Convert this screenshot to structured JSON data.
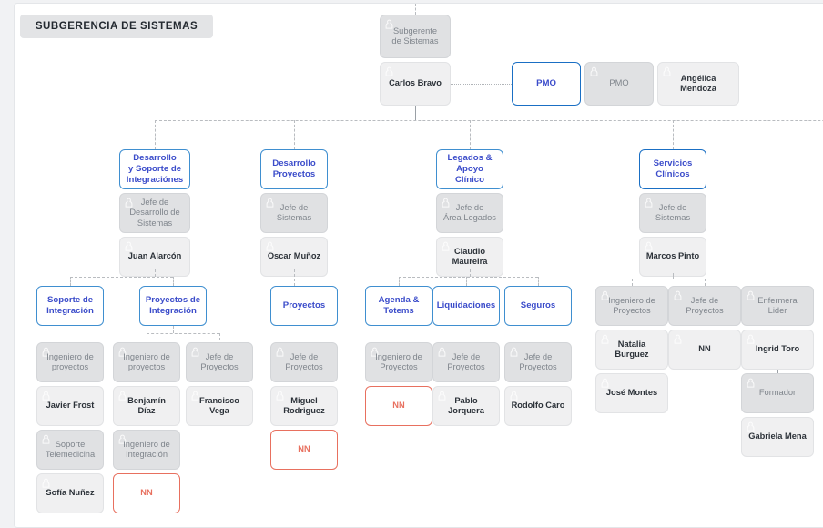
{
  "header": {
    "title": "SUBGERENCIA DE SISTEMAS"
  },
  "colors": {
    "dept_border": "#1a6fc4",
    "dept_text": "#3b4cca",
    "vacancy": "#e8705f",
    "role_bg": "#e0e1e3",
    "role_text": "#7f858c",
    "person_bg": "#f0f0f1",
    "person_text": "#2c3239",
    "connector": "#b9bcc0",
    "canvas_bg": "#ffffff",
    "page_bg": "#f1f2f4"
  },
  "icons": {
    "person": "person-outline-icon"
  },
  "top": {
    "root_role": "Subgerente\nde Sistemas",
    "root_role_l1": "Subgerente",
    "root_role_l2": "de Sistemas",
    "root_person": "Carlos Bravo",
    "pmo_dept": "PMO",
    "pmo_role": "PMO",
    "pmo_person": "Angélica Mendoza"
  },
  "columns": [
    {
      "id": "desarrollo-soporte-integraciones",
      "dept": {
        "lines": [
          "Desarrollo",
          "y Soporte de",
          "Integraciónes"
        ]
      },
      "role": {
        "lines": [
          "Jefe de",
          "Desarrollo de",
          "Sistemas"
        ]
      },
      "person": "Juan Alarcón",
      "subunits": [
        {
          "id": "soporte-de-integracion",
          "dept": {
            "lines": [
              "Soporte de",
              "Integración"
            ]
          },
          "stacks": [
            [
              {
                "type": "role",
                "lines": [
                  "Ingeniero de",
                  "proyectos"
                ]
              },
              {
                "type": "person",
                "lines": [
                  "Javier Frost"
                ]
              },
              {
                "type": "role",
                "lines": [
                  "Soporte",
                  "Telemedicina"
                ]
              },
              {
                "type": "person",
                "lines": [
                  "Sofía Nuñez"
                ]
              }
            ]
          ]
        },
        {
          "id": "proyectos-de-integracion",
          "dept": {
            "lines": [
              "Proyectos de",
              "Integración"
            ]
          },
          "stacks": [
            [
              {
                "type": "role",
                "lines": [
                  "Ingeniero de",
                  "proyectos"
                ]
              },
              {
                "type": "person",
                "lines": [
                  "Benjamín Díaz"
                ]
              },
              {
                "type": "role",
                "lines": [
                  "Ingeniero de",
                  "Integración"
                ]
              },
              {
                "type": "vacancy",
                "lines": [
                  "NN"
                ]
              }
            ],
            [
              {
                "type": "role",
                "lines": [
                  "Jefe de Proyectos"
                ]
              },
              {
                "type": "person",
                "lines": [
                  "Francisco Vega"
                ]
              }
            ]
          ]
        }
      ]
    },
    {
      "id": "desarrollo-proyectos",
      "dept": {
        "lines": [
          "Desarrollo",
          "Proyectos"
        ]
      },
      "role": {
        "lines": [
          "Jefe de Sistemas"
        ]
      },
      "person": "Oscar Muñoz",
      "subunits": [
        {
          "id": "proyectos",
          "dept": {
            "lines": [
              "Proyectos"
            ]
          },
          "stacks": [
            [
              {
                "type": "role",
                "lines": [
                  "Jefe de Proyectos"
                ]
              },
              {
                "type": "person",
                "lines": [
                  "Miguel Rodriguez"
                ]
              },
              {
                "type": "vacancy",
                "lines": [
                  "NN"
                ]
              }
            ]
          ]
        }
      ]
    },
    {
      "id": "legados-apoyo-clinico",
      "dept": {
        "lines": [
          "Legados &",
          "Apoyo Clínico"
        ]
      },
      "role": {
        "lines": [
          "Jefe de",
          "Área Legados"
        ]
      },
      "person": "Claudio Maureira",
      "subunits": [
        {
          "id": "agenda-totems",
          "dept": {
            "lines": [
              "Agenda &",
              "Totems"
            ]
          },
          "stacks": [
            [
              {
                "type": "role",
                "lines": [
                  "Ingeniero de",
                  "Proyectos"
                ]
              },
              {
                "type": "vacancy",
                "lines": [
                  "NN"
                ]
              }
            ]
          ]
        },
        {
          "id": "liquidaciones",
          "dept": {
            "lines": [
              "Liquidaciones"
            ]
          },
          "stacks": [
            [
              {
                "type": "role",
                "lines": [
                  "Jefe de Proyectos"
                ]
              },
              {
                "type": "person",
                "lines": [
                  "Pablo Jorquera"
                ]
              }
            ]
          ]
        },
        {
          "id": "seguros",
          "dept": {
            "lines": [
              "Seguros"
            ]
          },
          "stacks": [
            [
              {
                "type": "role",
                "lines": [
                  "Jefe de",
                  "Proyectos"
                ]
              },
              {
                "type": "person",
                "lines": [
                  "Rodolfo Caro"
                ]
              }
            ]
          ]
        }
      ]
    },
    {
      "id": "servicios-clinicos",
      "dept": {
        "lines": [
          "Servicios",
          "Clínicos"
        ]
      },
      "role": {
        "lines": [
          "Jefe de Sistemas"
        ]
      },
      "person": "Marcos Pinto",
      "subunits": [],
      "stacks": [
        [
          {
            "type": "role",
            "lines": [
              "Ingeniero de",
              "Proyectos"
            ]
          },
          {
            "type": "person",
            "lines": [
              "Natalia",
              "Burguez"
            ]
          },
          {
            "type": "person",
            "lines": [
              "José Montes"
            ]
          }
        ],
        [
          {
            "type": "role",
            "lines": [
              "Jefe de Proyectos"
            ]
          },
          {
            "type": "person",
            "lines": [
              "NN"
            ]
          }
        ],
        [
          {
            "type": "role",
            "lines": [
              "Enfermera",
              "Lider"
            ]
          },
          {
            "type": "person",
            "lines": [
              "Ingrid Toro"
            ]
          },
          {
            "type": "role",
            "lines": [
              "Formador"
            ]
          },
          {
            "type": "person",
            "lines": [
              "Gabriela Mena"
            ]
          }
        ]
      ]
    }
  ]
}
